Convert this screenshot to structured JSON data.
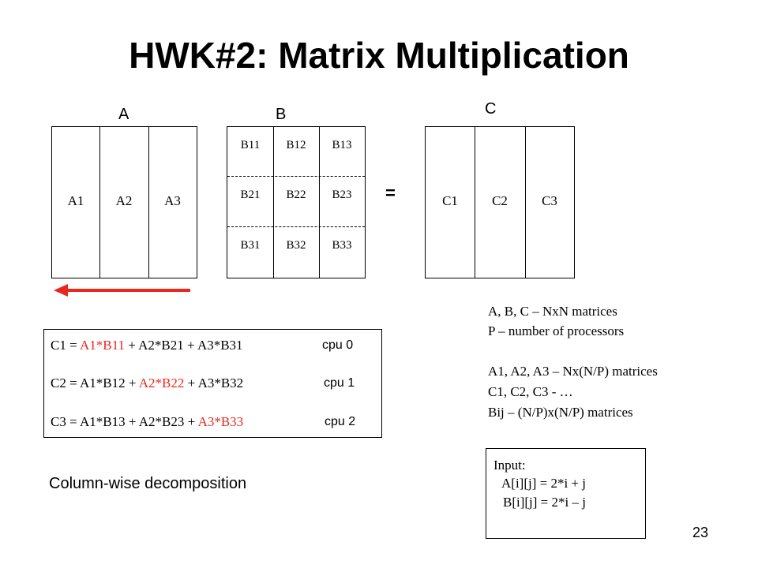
{
  "slide": {
    "title": "HWK#2: Matrix Multiplication",
    "page_number": "23"
  },
  "matrices": {
    "a": {
      "label": "A",
      "cells": [
        "A1",
        "A2",
        "A3"
      ]
    },
    "b": {
      "label": "B",
      "rows": [
        [
          "B11",
          "B12",
          "B13"
        ],
        [
          "B21",
          "B22",
          "B23"
        ],
        [
          "B31",
          "B32",
          "B33"
        ]
      ]
    },
    "equals": "=",
    "c": {
      "label": "C",
      "cells": [
        "C1",
        "C2",
        "C3"
      ]
    }
  },
  "arrow": {
    "color": "#e8281e"
  },
  "equations": [
    {
      "lhs": "C1 = ",
      "t1": "A1*B11",
      "p1": " + ",
      "t2": "A2*B21",
      "p2": " + ",
      "t3": "A3*B31",
      "cpu": "cpu 0"
    },
    {
      "lhs": "C2 = ",
      "t1": "A1*B12",
      "p1": " + ",
      "t2": "A2*B22",
      "p2": " + ",
      "t3": "A3*B32",
      "cpu": "cpu 1"
    },
    {
      "lhs": "C3 = ",
      "t1": "A1*B13",
      "p1": " + ",
      "t2": "A2*B23",
      "p2": " + ",
      "t3": "A3*B33",
      "cpu": "cpu 2"
    }
  ],
  "caption": "Column-wise decomposition",
  "notes": [
    "A, B, C – NxN matrices",
    "P – number of processors",
    "A1, A2, A3 – Nx(N/P) matrices",
    "C1, C2, C3 - …",
    "Bij – (N/P)x(N/P) matrices"
  ],
  "input": {
    "heading": "Input:",
    "lines": [
      "A[i][j] = 2*i + j",
      "B[i][j] = 2*i – j"
    ]
  },
  "colors": {
    "highlight": "#e8281e",
    "text": "#000000",
    "background": "#ffffff"
  }
}
